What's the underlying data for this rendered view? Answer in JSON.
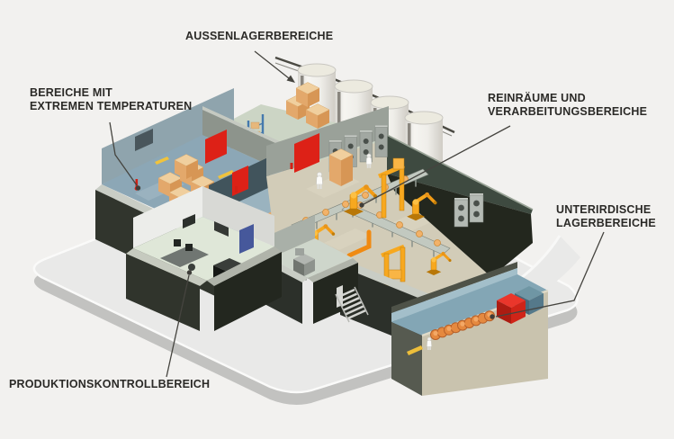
{
  "labels": {
    "outdoor_storage": "AUSSENLAGERBEREICHE",
    "extreme_temperature_line1": "BEREICHE MIT",
    "extreme_temperature_line2": "EXTREMEN TEMPERATUREN",
    "cleanrooms_line1": "REINRÄUME UND",
    "cleanrooms_line2": "VERARBEITUNGSBEREICHE",
    "underground_line1": "UNTERIRDISCHE",
    "underground_line2": "LAGERBEREICHE",
    "production_control": "PRODUKTIONSKONTROLLBEREICH"
  },
  "illustration": {
    "silo_count": 4,
    "barrel_count": 9,
    "worker_count": 4,
    "red_door_count": 4,
    "robot_count": 4
  },
  "colors": {
    "background": "#f2f1ef",
    "label_text": "#2b2a27",
    "leader_line": "#45443f",
    "platform_top": "#e9e9e8",
    "platform_side": "#c2c2c0",
    "wall_charcoal": "#2c302a",
    "wall_green": "#3e4a40",
    "wall_interior_grey": "#9aa199",
    "floor_cleanroom": "#d2ccb8",
    "floor_cold": "#8ca7b6",
    "floor_control": "#dfe7d8",
    "floor_racks": "#ccd5c5",
    "door_red": "#dd2117",
    "door_blue": "#46589b",
    "machine_orange": "#f7a81f",
    "box_tan": "#e9bc82",
    "rack_blue": "#4579ad",
    "silo_white": "#f2f1ed",
    "trench_floor": "#83a6b5",
    "trench_wall": "#c9c3ae",
    "barrel_orange": "#e5893f"
  }
}
